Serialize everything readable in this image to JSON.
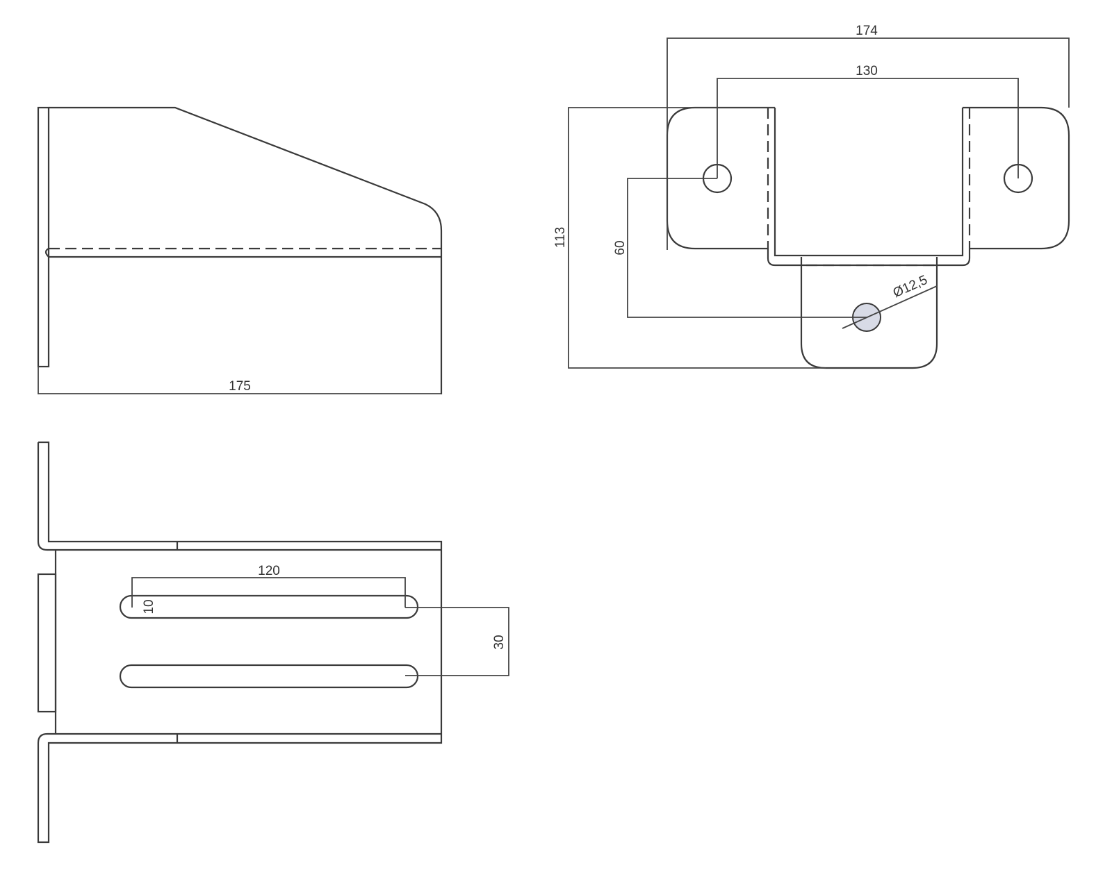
{
  "drawing": {
    "front_view": {
      "width_dimension": "175"
    },
    "top_view": {
      "overall_width_dimension": "174",
      "hole_spacing_dimension": "130",
      "height_dimension": "113",
      "hole_offset_dimension": "60",
      "hole_diameter_dimension": "Ø12,5"
    },
    "side_view": {
      "slot_length_dimension": "120",
      "slot_width_dimension": "10",
      "slot_spacing_dimension": "30"
    },
    "colors": {
      "line": "#3a3a3a",
      "hole_fill": "#d8dbe6"
    }
  }
}
